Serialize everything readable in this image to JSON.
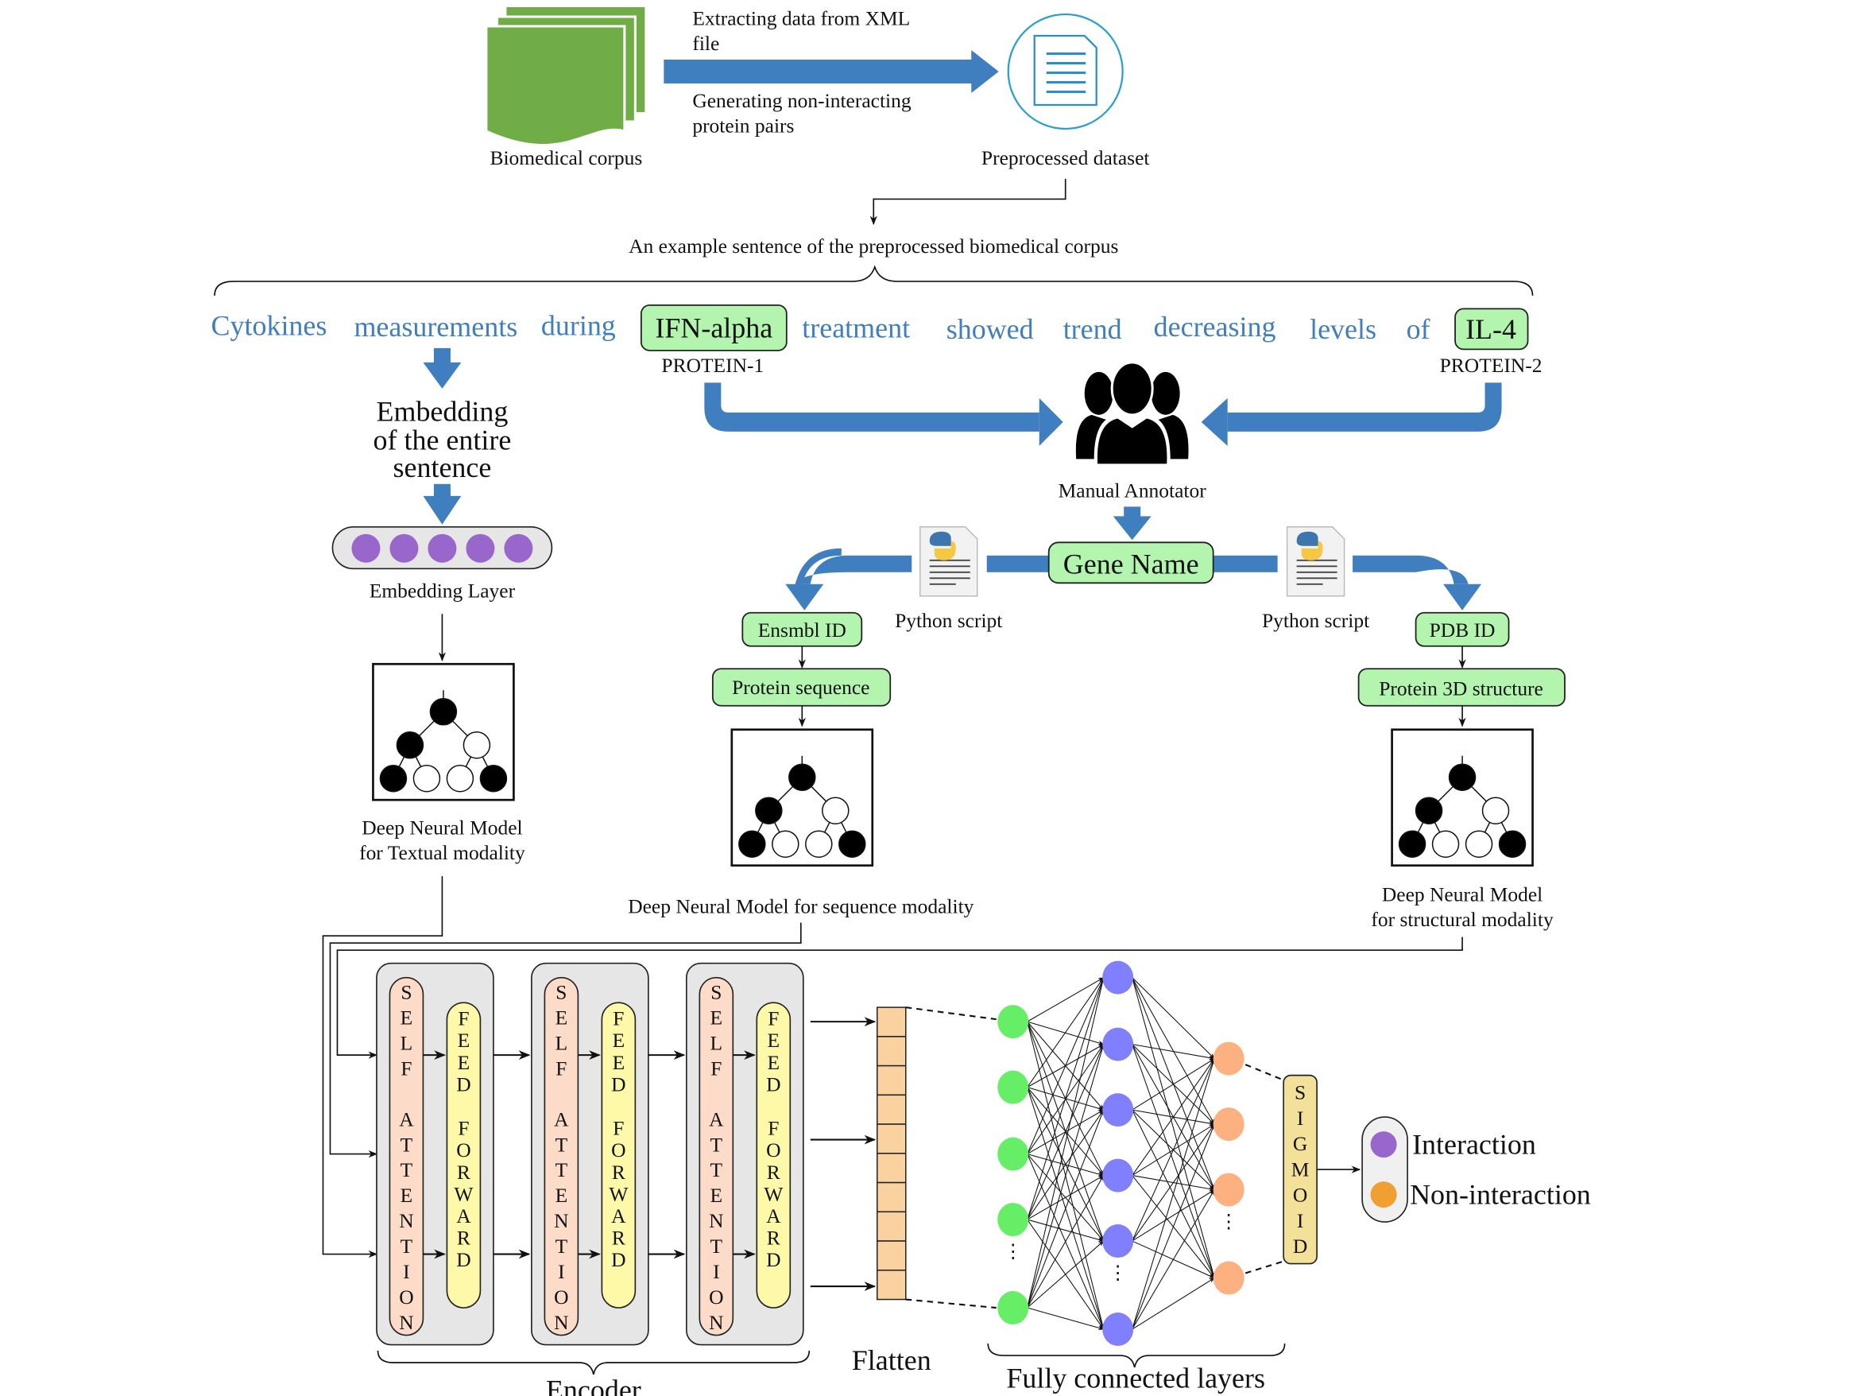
{
  "pipeline": {
    "corpus_label": "Biomedical corpus",
    "step1": [
      "Extracting data from XML",
      "file"
    ],
    "step2": [
      "Generating non-interacting",
      "protein pairs"
    ],
    "dataset_label": "Preprocessed dataset",
    "example_caption": "An example sentence of the preprocessed biomedical corpus"
  },
  "sentence": {
    "words": [
      "Cytokines",
      "measurements",
      "during",
      "IFN-alpha",
      "treatment",
      "showed",
      "trend",
      "decreasing",
      "levels",
      "of",
      "IL-4"
    ],
    "protein1": {
      "word": "IFN-alpha",
      "tag": "PROTEIN-1"
    },
    "protein2": {
      "word": "IL-4",
      "tag": "PROTEIN-2"
    }
  },
  "textual_branch": {
    "embedding_caption": [
      "Embedding",
      "of the entire",
      "sentence"
    ],
    "embedding_layer_label": "Embedding Layer",
    "model_label": [
      "Deep Neural Model",
      "for Textual modality"
    ]
  },
  "annotation": {
    "annotator_label": "Manual Annotator",
    "gene_name": "Gene Name",
    "python_script_left": "Python script",
    "python_script_right": "Python script"
  },
  "sequence_branch": {
    "id_label": "Ensmbl ID",
    "data_label": "Protein sequence",
    "model_label": "Deep Neural Model for sequence modality"
  },
  "structure_branch": {
    "id_label": "PDB ID",
    "data_label": "Protein 3D structure",
    "model_label": [
      "Deep Neural Model",
      "for structural modality"
    ]
  },
  "encoder": {
    "blocks": 3,
    "self_attention": "SELF ATTENTION",
    "feed_forward": "FEED FORWARD",
    "label": "Encoder"
  },
  "flatten_label": "Flatten",
  "fc_label": "Fully connected layers",
  "sigmoid_label": "SIGMOID",
  "output": {
    "classes": [
      {
        "label": "Interaction",
        "color": "#9966cc"
      },
      {
        "label": "Non-interaction",
        "color": "#f0a030"
      }
    ]
  },
  "colors": {
    "arrow_blue": "#3f7fbf",
    "corpus_green": "#70ad47",
    "box_green": "#b3f5ae",
    "attention": "#fcdcc8",
    "feed_forward": "#fdf9a8",
    "flatten_cell": "#f9d2a0",
    "fc_input": "#66ee66",
    "fc_hidden": "#8080ff",
    "fc_last": "#fdb080",
    "sigmoid": "#f3e19a"
  }
}
